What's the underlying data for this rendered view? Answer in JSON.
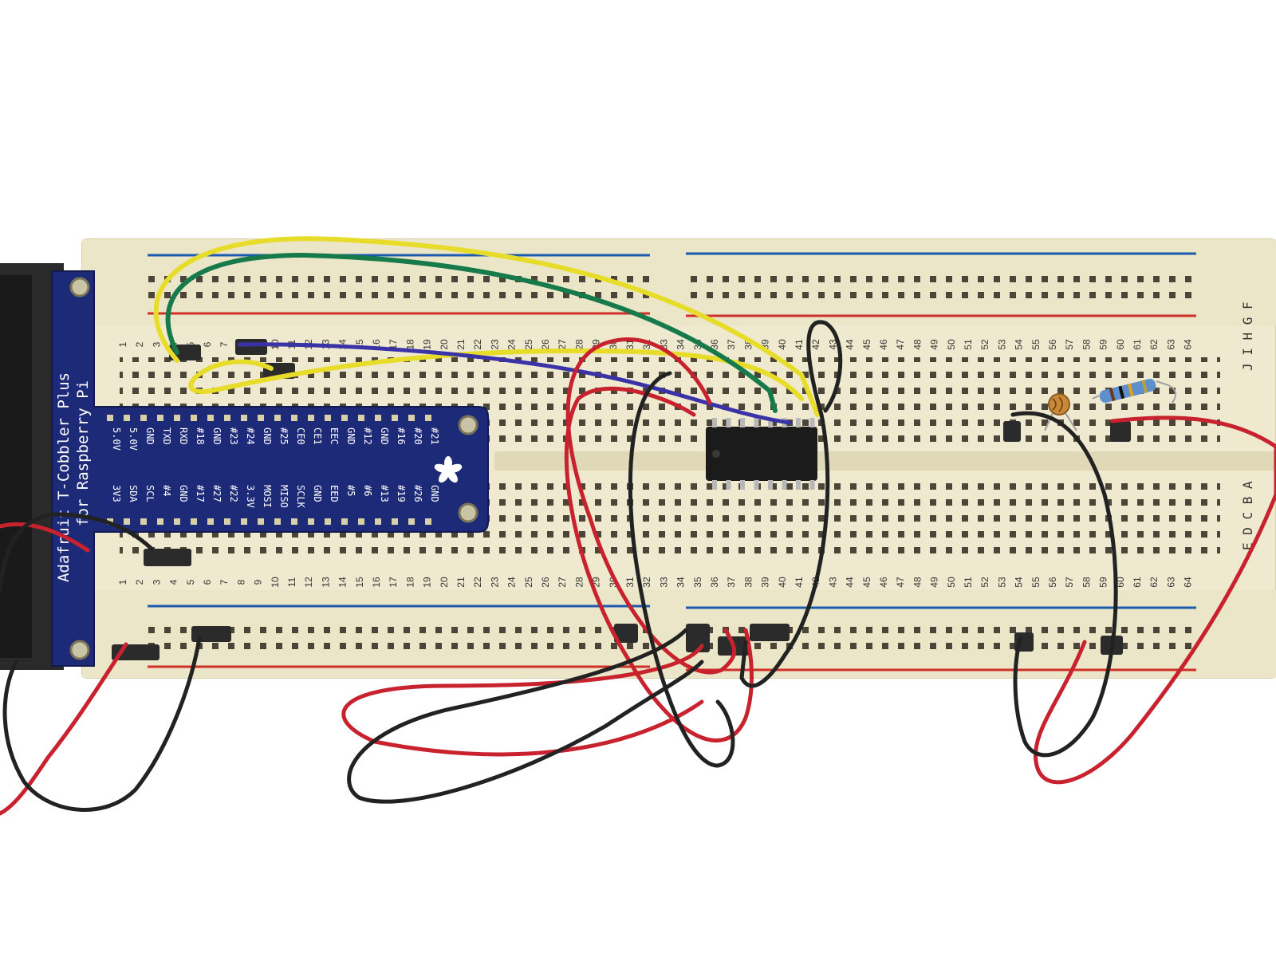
{
  "cobbler": {
    "title_line1": "Adafruit T-Cobbler Plus",
    "title_line2": "for Raspberry Pi",
    "top_labels": [
      "5.0V",
      "5.0V",
      "GND",
      "TXD",
      "RXD",
      "#18",
      "GND",
      "#23",
      "#24",
      "GND",
      "#25",
      "CE0",
      "CE1",
      "EEC",
      "GND",
      "#12",
      "GND",
      "#16",
      "#20",
      "#21"
    ],
    "bottom_labels": [
      "3V3",
      "SDA",
      "SCL",
      "#4",
      "GND",
      "#17",
      "#27",
      "#22",
      "3.3V",
      "MOSI",
      "MISO",
      "SCLK",
      "GND",
      "EED",
      "#5",
      "#6",
      "#13",
      "#19",
      "#26",
      "GND"
    ]
  },
  "breadboard": {
    "row_letters_top": "J I H G F",
    "row_letters_bottom": "E D C B A",
    "column_count": 64
  },
  "colors": {
    "board": "#efe9cf",
    "cobbler": "#1d2a78",
    "rail_blue": "#1c5bb0",
    "rail_red": "#d0302a",
    "wire_yellow": "#e8dc2a",
    "wire_green": "#167a4a",
    "wire_blue": "#3a33a8",
    "wire_red": "#c8222e",
    "wire_black": "#222222"
  }
}
